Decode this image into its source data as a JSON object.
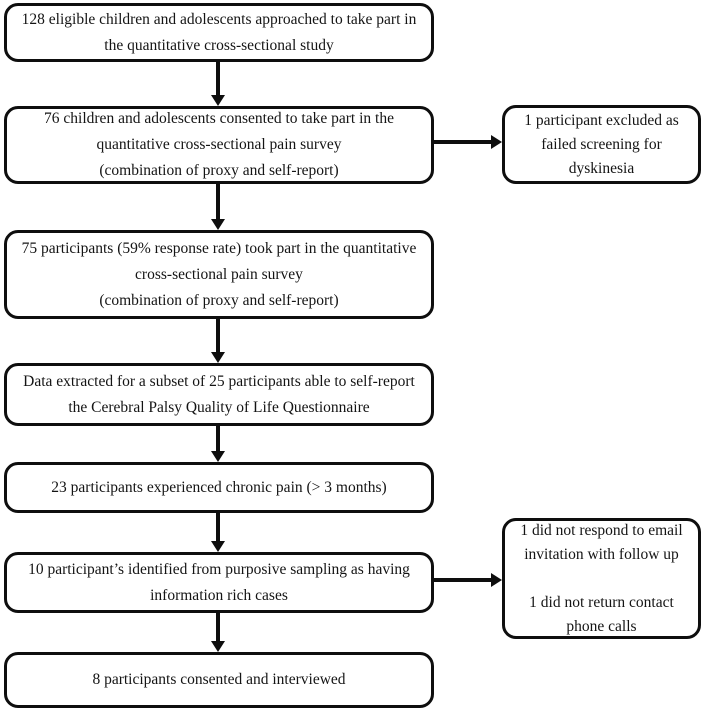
{
  "colors": {
    "line": "#0e0e0e",
    "text": "#141414",
    "background": "#ffffff"
  },
  "flowchart": {
    "main_boxes": [
      {
        "text": "128 eligible children and adolescents approached to take part in\nthe quantitative cross-sectional study"
      },
      {
        "text": "76 children and adolescents consented to take part in the\nquantitative cross-sectional pain survey\n(combination of proxy and self-report)"
      },
      {
        "text": "75 participants (59% response rate) took part in the quantitative\ncross-sectional pain survey\n(combination of proxy and self-report)"
      },
      {
        "text": "Data extracted for a subset of 25 participants able to self-report\nthe Cerebral Palsy Quality of Life Questionnaire"
      },
      {
        "text": "23 participants experienced chronic pain (> 3 months)"
      },
      {
        "text": "10 participant’s identified from purposive sampling as having\ninformation rich cases"
      },
      {
        "text": "8 participants consented and interviewed"
      }
    ],
    "side_boxes": [
      {
        "text": "1 participant excluded as\nfailed screening for\ndyskinesia"
      },
      {
        "text": "1 did not respond to email\ninvitation with follow up\n\n1 did not return contact\nphone calls"
      }
    ]
  }
}
